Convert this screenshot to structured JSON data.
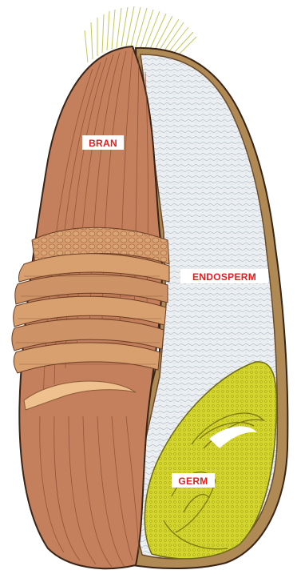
{
  "diagram": {
    "subject": "wheat kernel cross-section",
    "labels": {
      "bran": "BRAN",
      "endosperm": "ENDOSPERM",
      "germ": "GERM"
    },
    "colors": {
      "bran": "#c47f5c",
      "bran_dark": "#9a5a3c",
      "bran_light": "#e3a878",
      "seed_coat": "#b08a55",
      "endosperm": "#e9ecef",
      "endosperm_grain": "#b7c0c9",
      "germ": "#cfd22a",
      "germ_dark": "#8e8f16",
      "brush": "#c9cf6a",
      "label_text": "#e0201e",
      "label_bg": "#ffffff",
      "outline": "#3a2417"
    }
  }
}
